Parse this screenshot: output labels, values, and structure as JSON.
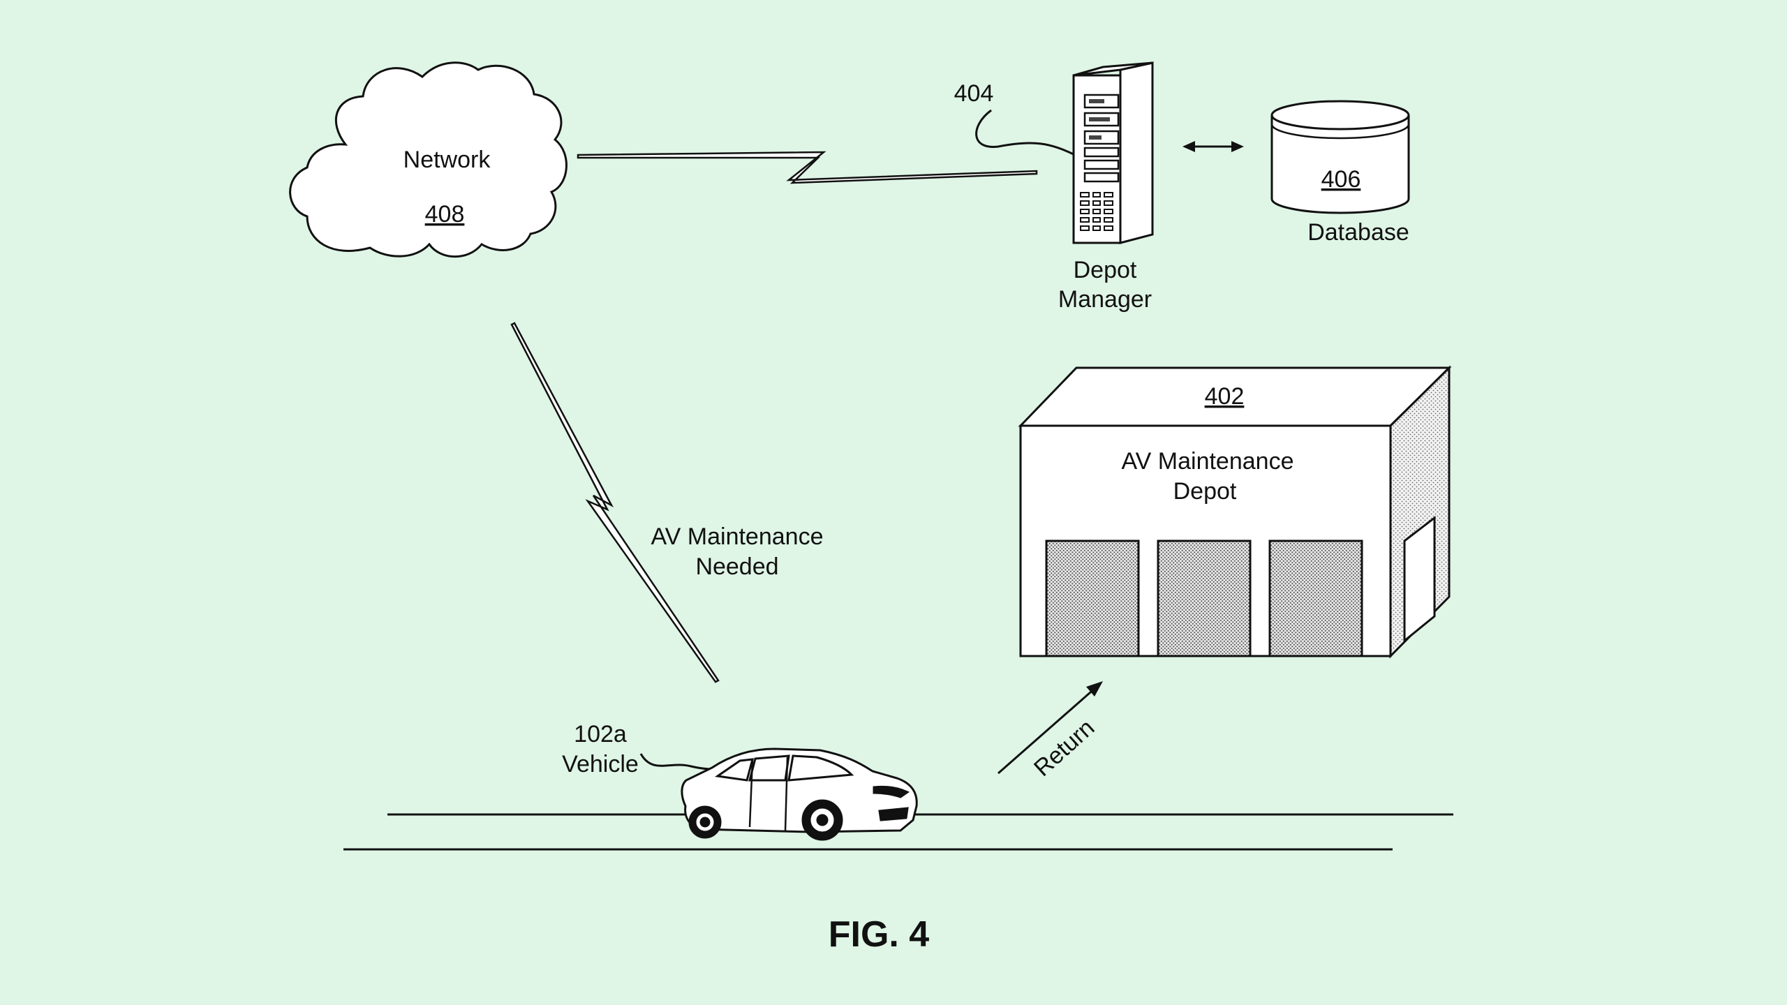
{
  "figure_label": "FIG. 4",
  "network": {
    "label": "Network",
    "ref": "408"
  },
  "depot_manager": {
    "ref": "404",
    "label_line1": "Depot",
    "label_line2": "Manager"
  },
  "database": {
    "ref": "406",
    "label": "Database"
  },
  "depot": {
    "ref": "402",
    "label_line1": "AV Maintenance",
    "label_line2": "Depot"
  },
  "message": {
    "line1": "AV Maintenance",
    "line2": "Needed"
  },
  "vehicle": {
    "ref": "102a",
    "label": "Vehicle"
  },
  "return_label": "Return"
}
